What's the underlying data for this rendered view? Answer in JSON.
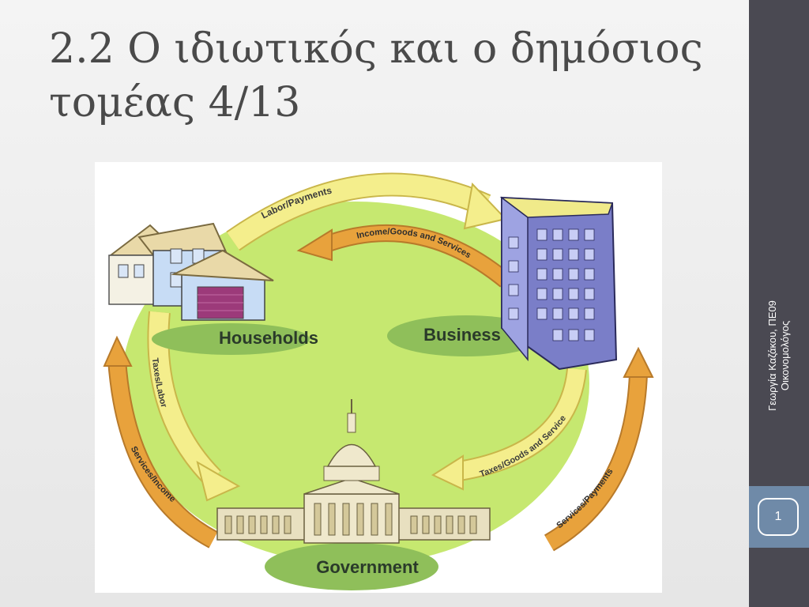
{
  "slide": {
    "title_line1": "2.2 Ο ιδιωτικός και ο δημόσιος",
    "title_line2": "τομέας 4/13",
    "footer_line1": "Γεωργία Καζάκου, ΠΕ09",
    "footer_line2": "Οικονομολόγος",
    "slide_number": "1"
  },
  "diagram": {
    "nodes": {
      "households": "Households",
      "business": "Business",
      "government": "Government"
    },
    "flows": {
      "labor_payments": "Labor/Payments",
      "income_goods_services": "Income/Goods and Services",
      "taxes_labor": "Taxes/Labor",
      "services_income": "Services/Income",
      "taxes_goods_service": "Taxes/Goods and Service",
      "services_payments": "Services/Payments"
    }
  },
  "colors": {
    "sidebar": "#4a4952",
    "slide_number_box": "#6f8aa8",
    "title_text": "#4a4a4a",
    "diagram_field": "#c6e870",
    "yellow_arrow": "#f4ee8c",
    "orange_arrow": "#e8a23c",
    "node_label_bg": "#8fbf5a"
  }
}
